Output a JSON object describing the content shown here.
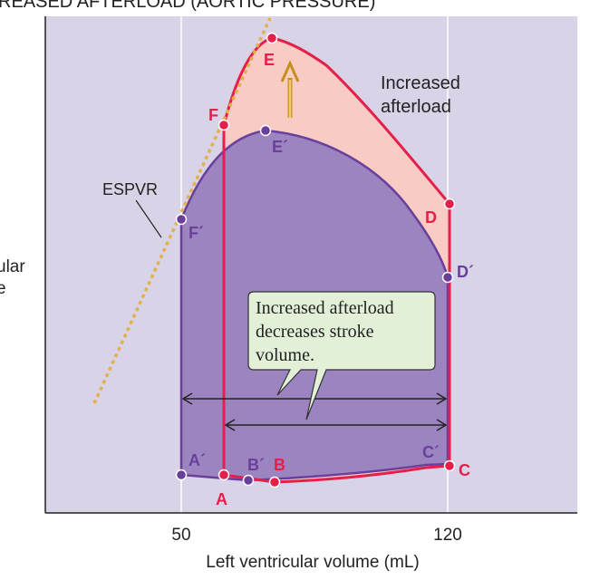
{
  "header_text": "REASED AFTERLOAD (AORTIC PRESSURE)",
  "y_axis_label": [
    "ular",
    "e"
  ],
  "x_axis": {
    "label": "Left ventricular volume (mL)",
    "ticks": [
      "50",
      "120"
    ]
  },
  "labels": {
    "espvr": "ESPVR",
    "increased_afterload": [
      "Increased",
      "afterload"
    ],
    "callout": [
      "Increased afterload",
      "decreases stroke",
      "volume."
    ]
  },
  "points": {
    "A": "A",
    "B": "B",
    "C": "C",
    "D": "D",
    "E": "E",
    "F": "F",
    "A_prime": "A´",
    "B_prime": "B´",
    "C_prime": "C´",
    "D_prime": "D´",
    "E_prime": "E´",
    "F_prime": "F´"
  },
  "colors": {
    "background": "#d9d3e8",
    "loop_fill": "#9b84bf",
    "increase_fill": "#f8cbc5",
    "red": "#e41f4a",
    "purple": "#6a3f9c",
    "espvr": "#e3b04b",
    "arrow": "#e3b04b",
    "callout_bg": "#e1f0d6"
  }
}
